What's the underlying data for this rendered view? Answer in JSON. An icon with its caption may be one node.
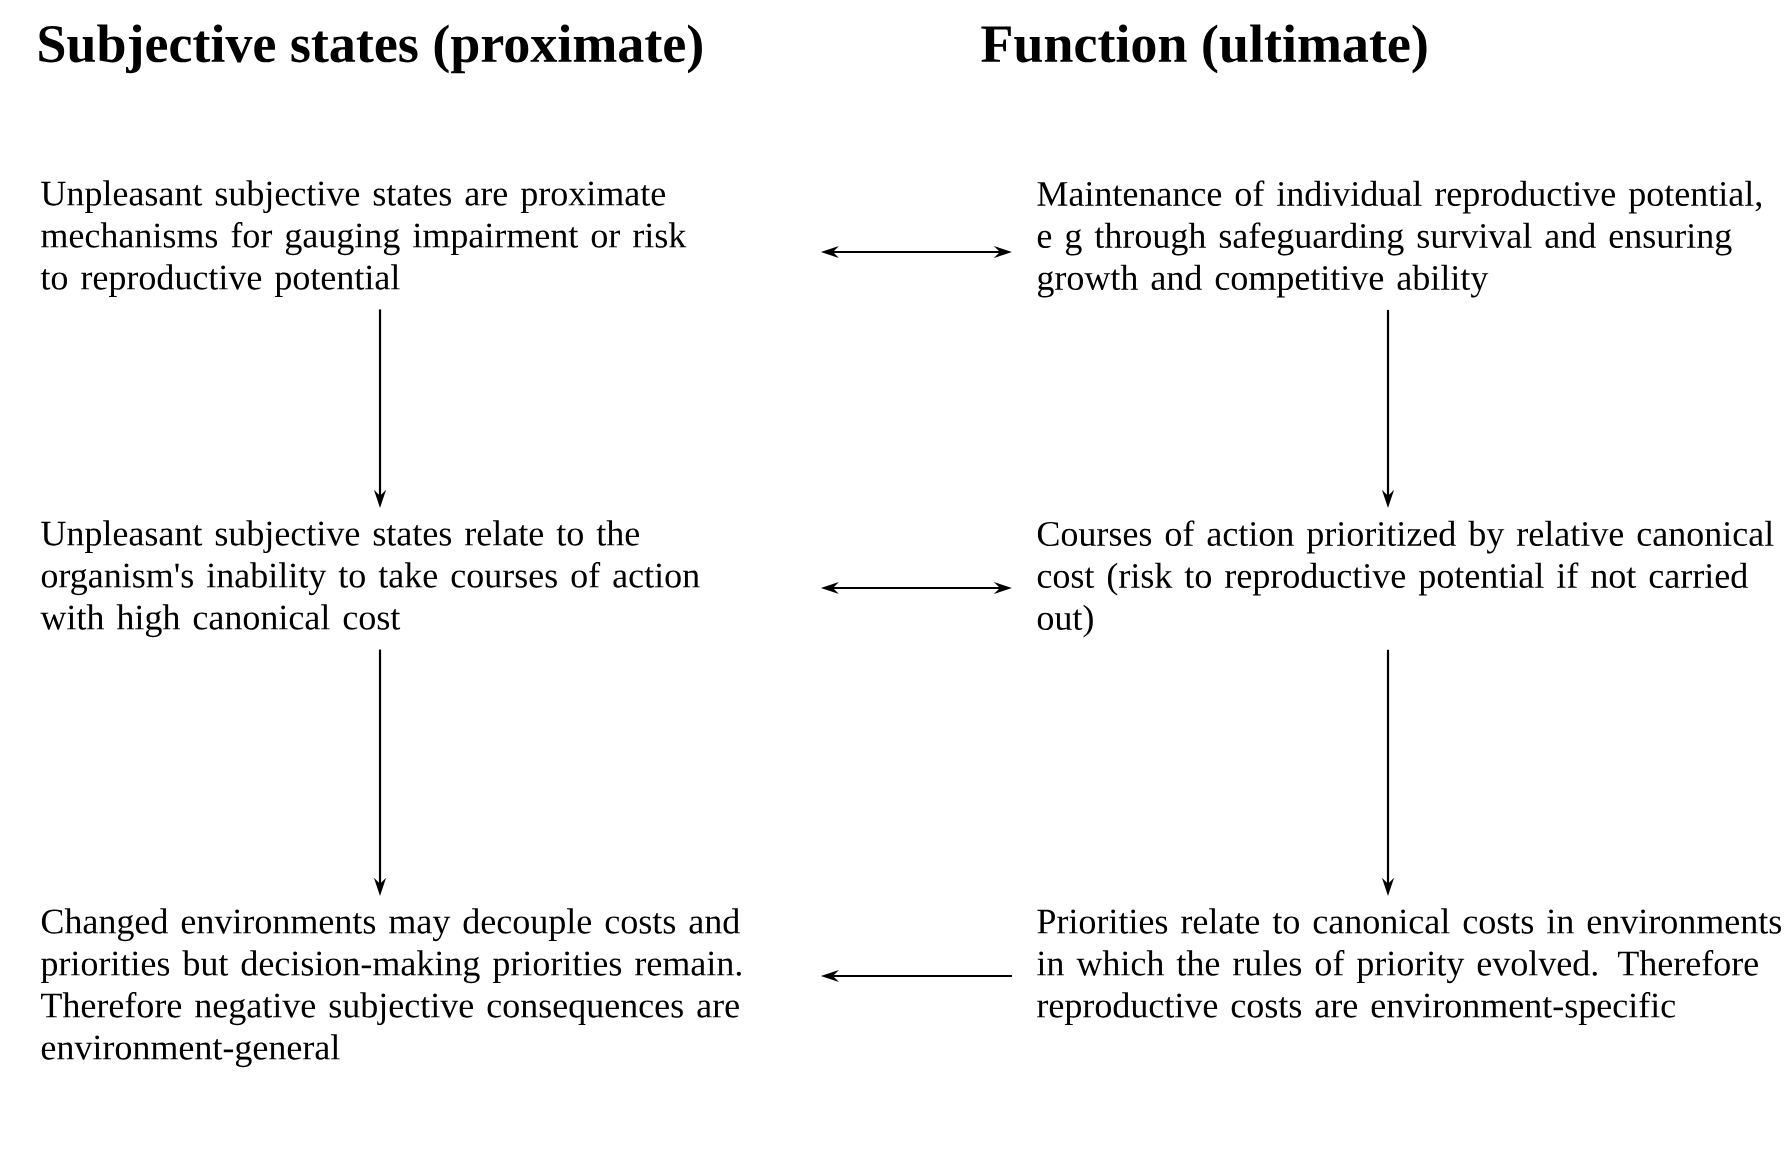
{
  "diagram": {
    "nodes": [
      {
        "text": [
          "Unpleasant subjective states are proximate mechanisms for gauging impairment or risk to reproductive potential"
        ]
      },
      {
        "text": [
          "Maintenance of individual reproductive potential, e g  through safeguarding survival and ensuring growth and competitive ability"
        ]
      },
      {
        "text": [
          "Unpleasant subjective states relate to the organism's inability to take courses of action with high canonical cost"
        ]
      },
      {
        "text": [
          "Courses of action prioritized by relative canonical cost (risk to reproductive potential if not carried out)"
        ]
      },
      {
        "text": [
          "Changed environments may decouple costs and priorities but decision-making priorities remain.  Therefore negative subjective consequences are environment-general"
        ]
      },
      {
        "text": [
          "Priorities relate to canonical costs in environments in which the rules of priority evolved.  Therefore reproductive costs are environment-specific"
        ]
      }
    ],
    "edges": [
      {
        "from": 0,
        "to": 1,
        "arrow": "both"
      },
      {
        "from": 0,
        "to": 2,
        "arrow": "to"
      },
      {
        "from": 1,
        "to": 3,
        "arrow": "to"
      },
      {
        "from": 2,
        "to": 3,
        "arrow": "both"
      },
      {
        "from": 2,
        "to": 4,
        "arrow": "to"
      },
      {
        "from": 3,
        "to": 5,
        "arrow": "to"
      },
      {
        "from": 5,
        "to": 4,
        "arrow": "to"
      }
    ],
    "labels": [
      "Subjective states (proximate)",
      "Function (ultimate)"
    ]
  }
}
